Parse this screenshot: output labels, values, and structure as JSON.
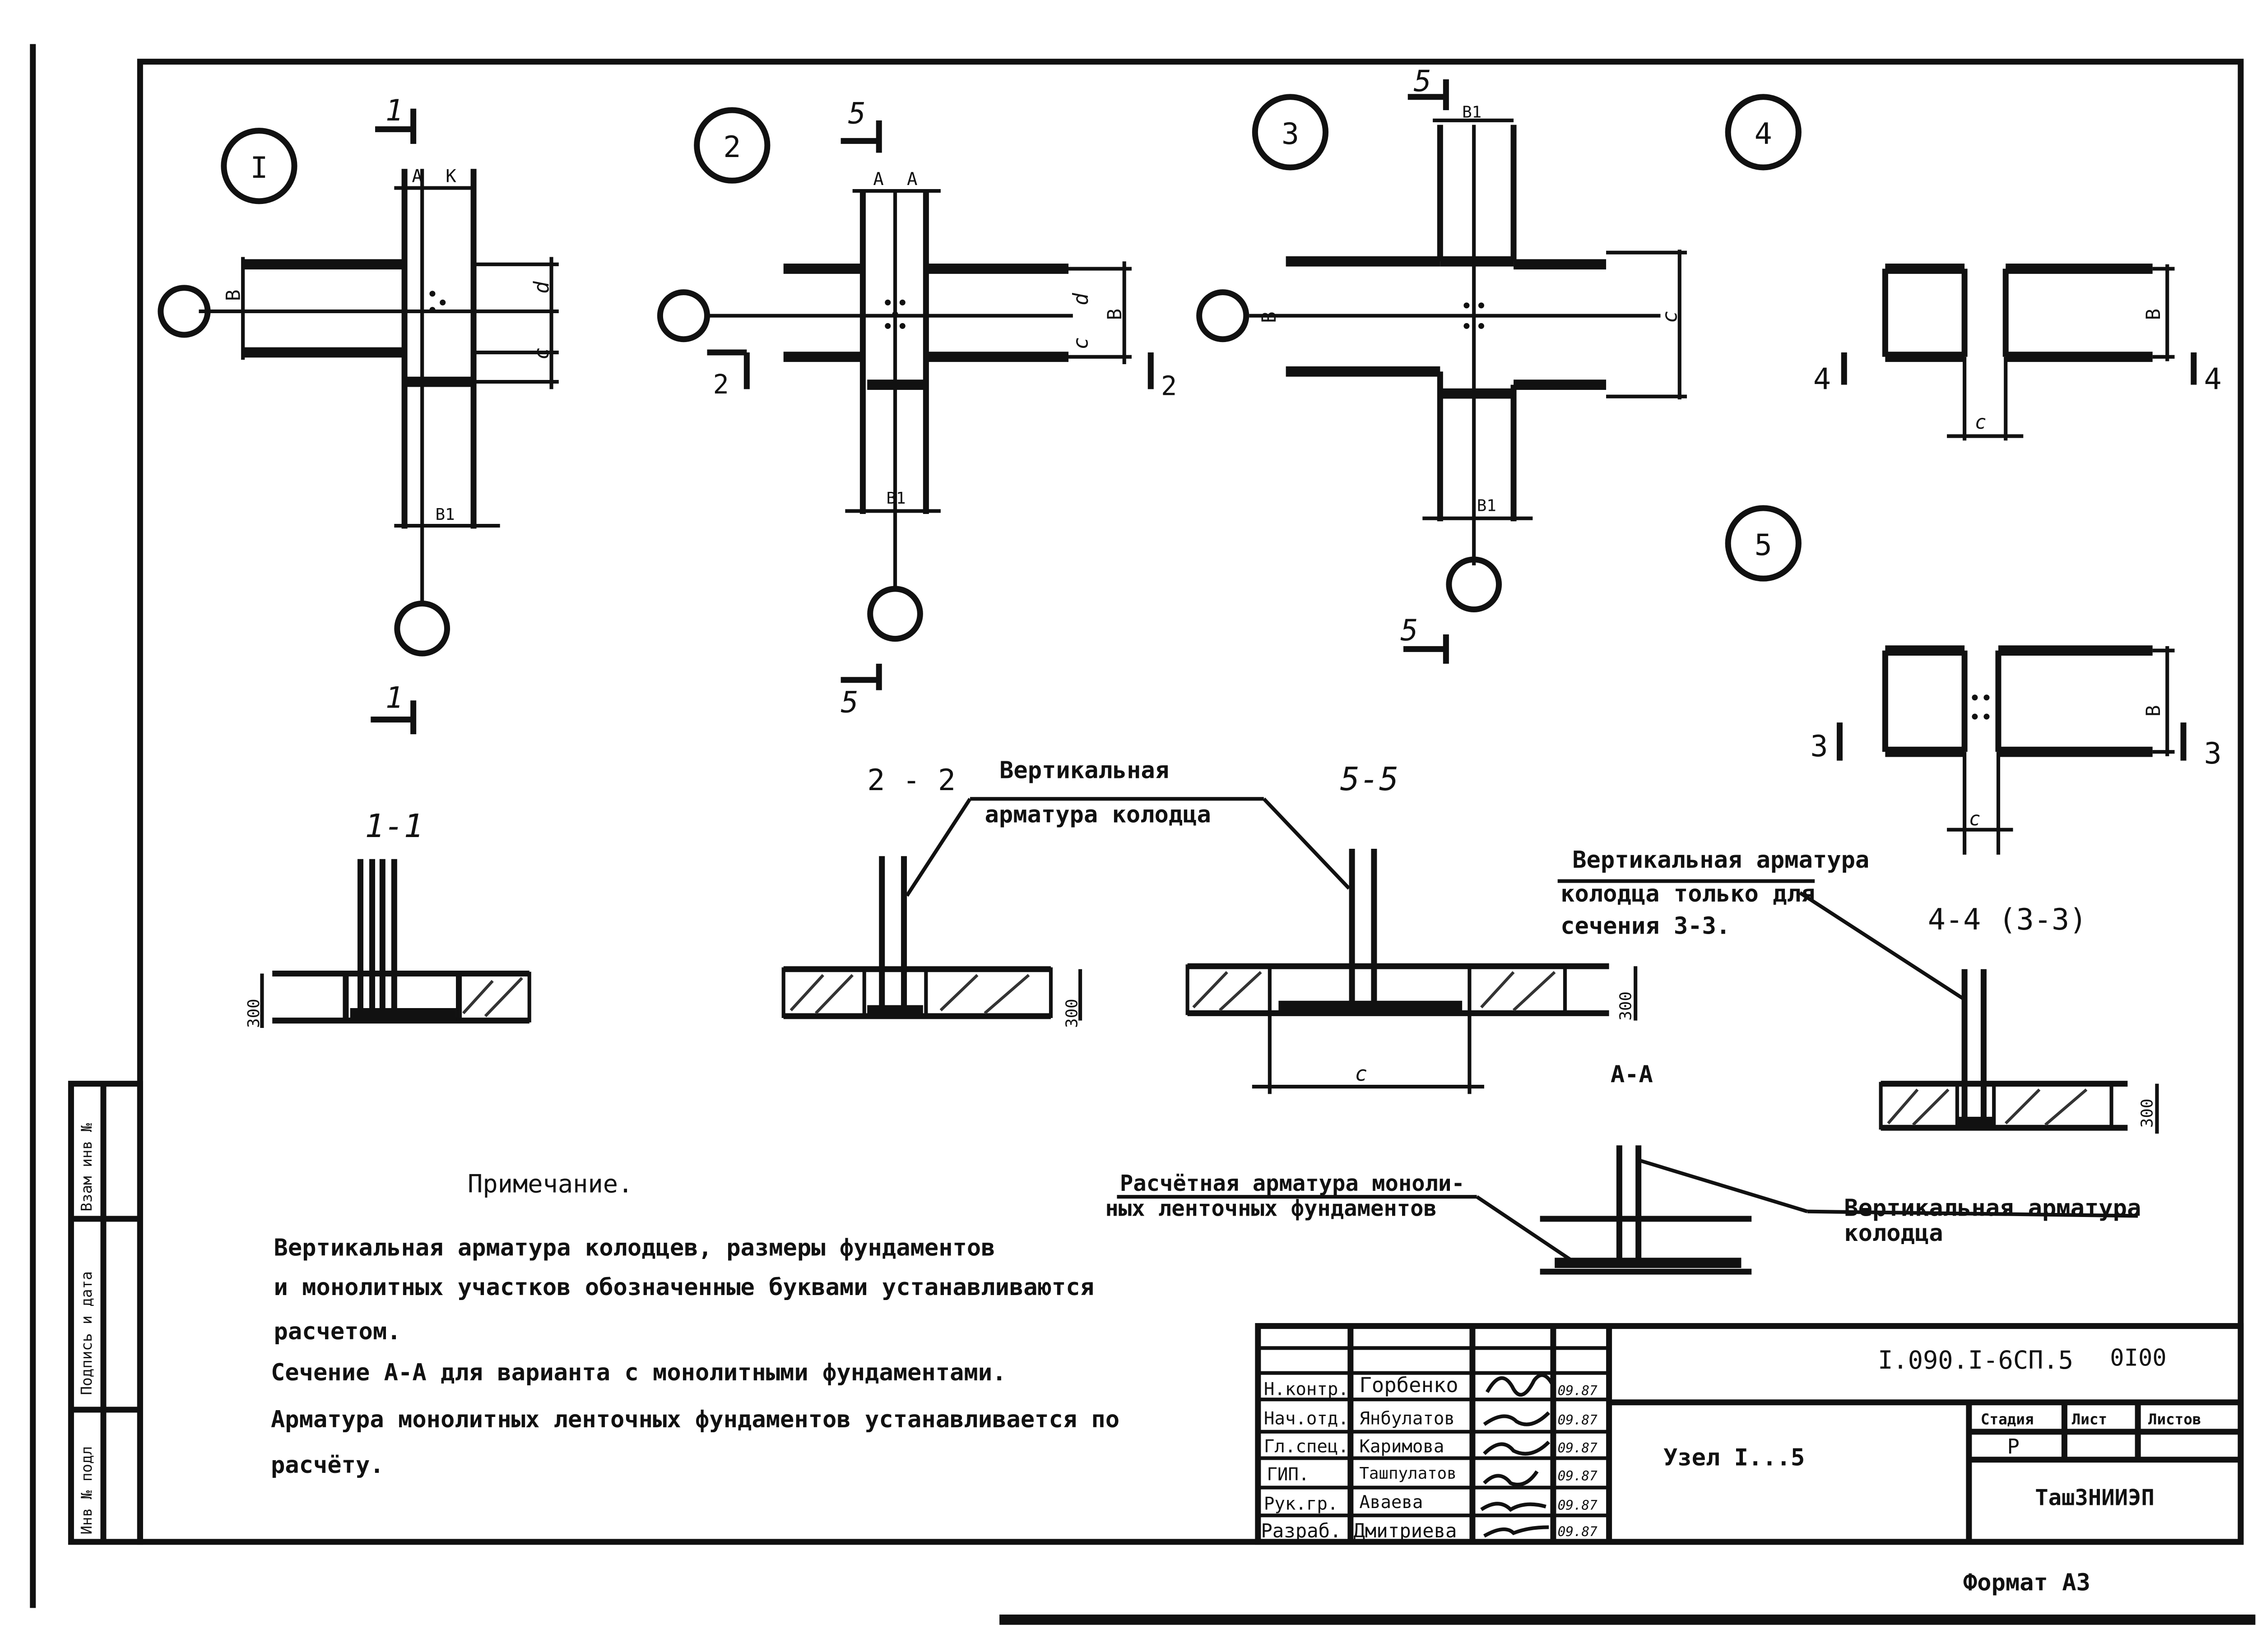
{
  "nodes": {
    "node1": "I",
    "node2": "2",
    "node3": "3",
    "node4": "4",
    "node5": "5"
  },
  "section_marks": {
    "s1": "1",
    "s2": "2",
    "s3": "3",
    "s4": "4",
    "s5": "5"
  },
  "dimension_labels": {
    "a": "A",
    "k": "K",
    "b": "B",
    "b1": "B1",
    "d": "d",
    "c": "c",
    "h300": "300"
  },
  "section_titles": {
    "s11": "1-1",
    "s22": "2 - 2",
    "s55": "5-5",
    "s44": "4-4 (3-3)",
    "aa": "A-A"
  },
  "callouts": {
    "vert_line1": "Вертикальная",
    "vert_line2": "арматура колодца",
    "vert33_line1": "Вертикальная арматура",
    "vert33_line2": "колодца только для",
    "vert33_line3": "сечения 3-3.",
    "calc_line1": "Расчётная арматура моноли-",
    "calc_line2": "ных ленточных фундаментов",
    "vert_aa_line1": "Вертикальная арматура",
    "vert_aa_line2": "колодца"
  },
  "note": {
    "title": "Примечание.",
    "line1": "Вертикальная арматура колодцев, размеры фундаментов",
    "line2": "и монолитных участков обозначенные буквами устанавливаются",
    "line3": "расчетом.",
    "line4": "Сечение А-А для варианта с монолитными фундаментами.",
    "line5": "Арматура монолитных ленточных фундаментов устанавливается по",
    "line6": "расчёту."
  },
  "left_strip": [
    "Инв № подл",
    "Подпись и дата",
    "Взам инв №"
  ],
  "title_block": {
    "doc_code": "I.090.I-6СП.5",
    "sheet_code": "0I00",
    "title": "Узел I...5",
    "org": "ТашЗНИИЭП",
    "stage_label": "Стадия",
    "sheet_label": "Лист",
    "sheets_label": "Листов",
    "stage": "Р",
    "roles": [
      {
        "role": "Н.контр.",
        "name": "Горбенко",
        "date": "09.87"
      },
      {
        "role": "Нач.отд.",
        "name": "Янбулатов",
        "date": "09.87"
      },
      {
        "role": "Гл.спец.",
        "name": "Каримова",
        "date": "09.87"
      },
      {
        "role": "ГИП.",
        "name": "Ташпулатов",
        "date": "09.87"
      },
      {
        "role": "Рук.гр.",
        "name": "Аваева",
        "date": "09.87"
      },
      {
        "role": "Разраб.",
        "name": "Дмитриева",
        "date": "09.87"
      }
    ]
  },
  "format": "Формат А3"
}
